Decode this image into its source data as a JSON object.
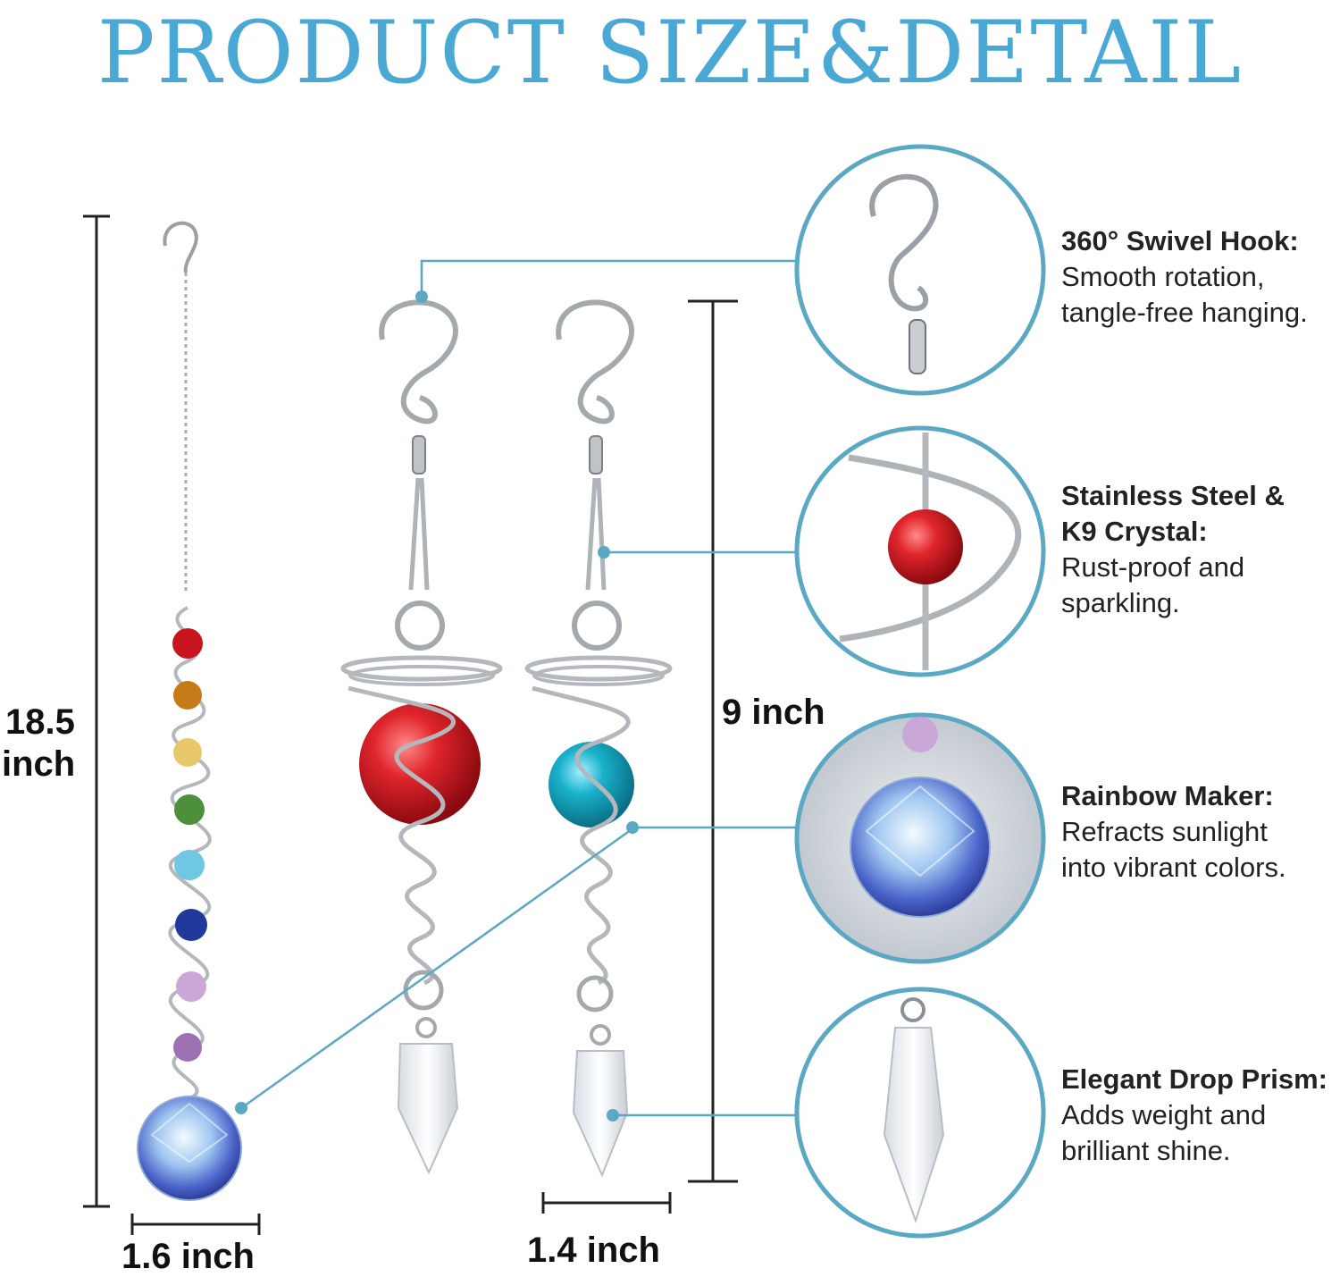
{
  "title": "PRODUCT SIZE&DETAIL",
  "colors": {
    "accent": "#4aa8d4",
    "ring": "#5aa8c4",
    "steel": "#a9adb2",
    "ruby": "#c8141e",
    "teal": "#1aa8c0"
  },
  "dimensions": {
    "left_height_value": "18.5",
    "left_height_unit": "inch",
    "left_width": "1.6 inch",
    "middle_height": "9 inch",
    "middle_width": "1.4 inch"
  },
  "features": [
    {
      "heading": "360° Swivel Hook:",
      "line1": "Smooth rotation,",
      "line2": "tangle-free hanging."
    },
    {
      "heading": "Stainless Steel &",
      "heading2": "K9 Crystal:",
      "line1": "Rust-proof and",
      "line2": "sparkling."
    },
    {
      "heading": "Rainbow Maker:",
      "line1": "Refracts sunlight",
      "line2": "into vibrant colors."
    },
    {
      "heading": "Elegant Drop Prism:",
      "line1": "Adds weight and",
      "line2": "brilliant shine."
    }
  ],
  "icons": [
    "swivel-hook-icon",
    "spiral-crystal-icon",
    "crystal-ball-icon",
    "drop-prism-icon"
  ]
}
